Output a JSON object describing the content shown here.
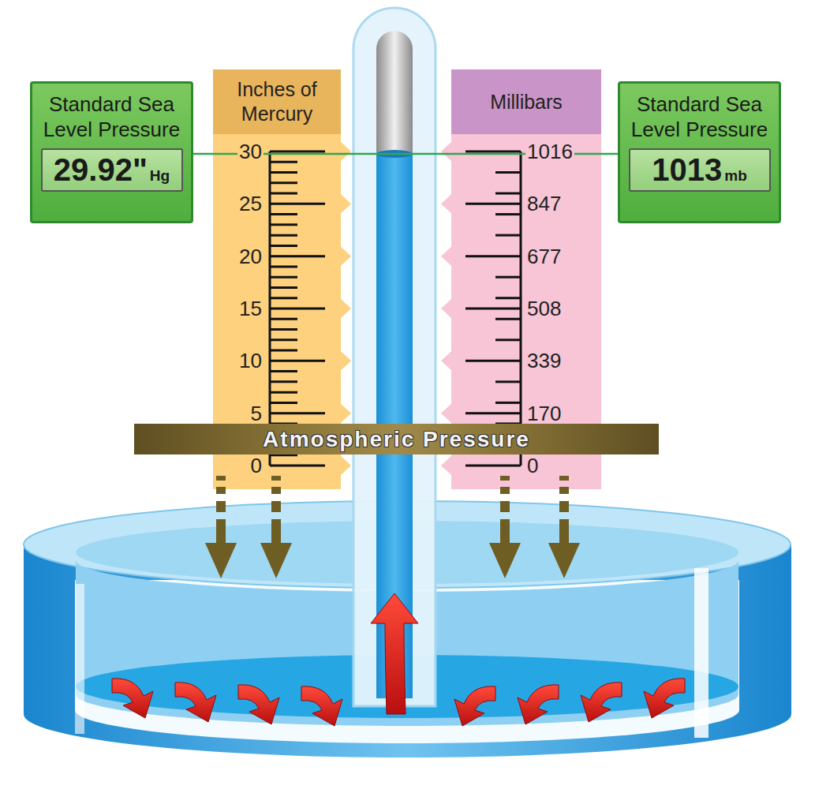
{
  "diagram": {
    "nodes": [
      {
        "text": [
          "Standard Sea Level Pressure"
        ]
      },
      {
        "text": [
          "29.92\"",
          "Hg"
        ],
        "in": 0
      },
      {
        "text": [
          "Standard Sea Level Pressure"
        ]
      },
      {
        "text": [
          "1013",
          "mb"
        ],
        "in": 2
      },
      {
        "text": [
          "Inches of Mercury"
        ]
      },
      {
        "text": [
          "Millibars"
        ]
      },
      {
        "text": [
          "Atmospheric Pressure"
        ]
      }
    ],
    "edges": [
      {
        "from": 0,
        "to": 2,
        "arrow": "none"
      }
    ],
    "labels": [
      "30",
      "25",
      "20",
      "15",
      "10",
      "5",
      "0",
      "1016",
      "847",
      "677",
      "508",
      "339",
      "170",
      "0"
    ]
  }
}
